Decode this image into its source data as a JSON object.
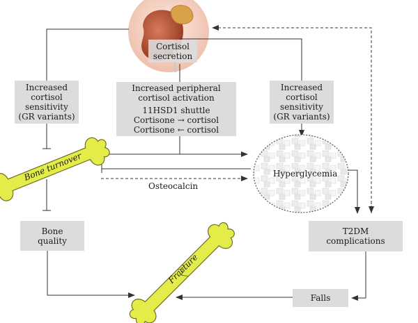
{
  "nodes": {
    "cortisol_secretion": [
      "Cortisol",
      "secretion"
    ],
    "cortisol_sensitivity_left": [
      "Increased",
      "cortisol",
      "sensitivity",
      "(GR variants)"
    ],
    "peripheral_activation": {
      "title": [
        "Increased peripheral",
        "cortisol activation"
      ],
      "shuttle": "11HSD1 shuttle",
      "line1": "Cortisone → cortisol",
      "line2": "Cortisone ← cortisol"
    },
    "cortisol_sensitivity_right": [
      "Increased",
      "cortisol",
      "sensitivity",
      "(GR variants)"
    ],
    "bone_turnover": "Bone turnover",
    "hyperglycemia": "Hyperglycemia",
    "osteocalcin": "Osteocalcin",
    "bone_quality": [
      "Bone",
      "quality"
    ],
    "t2dm": [
      "T2DM",
      "complications"
    ],
    "fracture": "Fracture",
    "falls": "Falls"
  },
  "colors": {
    "box": "#dcdcdc",
    "bone": "#e4ec4a",
    "bone_outline": "#6d7020",
    "arrow": "#333333",
    "kidney": "#b85a3a",
    "adrenal": "#d9a14a",
    "halo": "#f3d3c6",
    "sugar": "#f4f4f4"
  }
}
